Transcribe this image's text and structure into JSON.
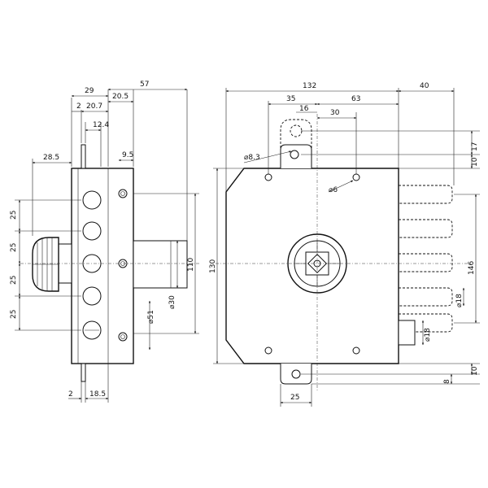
{
  "left_view": {
    "top_dims": [
      "29",
      "57",
      "2",
      "20.7",
      "20.5",
      "12.4"
    ],
    "side_dims": [
      "28.5",
      "9.5"
    ],
    "vertical_dims": [
      "25",
      "25",
      "25",
      "25"
    ],
    "inner_dims": [
      "110",
      "30",
      "51"
    ],
    "bottom_dims": [
      "2",
      "18.5"
    ]
  },
  "right_view": {
    "top_dims": [
      "132",
      "40",
      "35",
      "63",
      "16",
      "30"
    ],
    "hole_labels": [
      "8.3",
      "6"
    ],
    "right_dims": [
      "17",
      "10",
      "146",
      "18",
      "18",
      "10",
      "8"
    ],
    "height_dim": "130",
    "bottom_dim": "25"
  }
}
